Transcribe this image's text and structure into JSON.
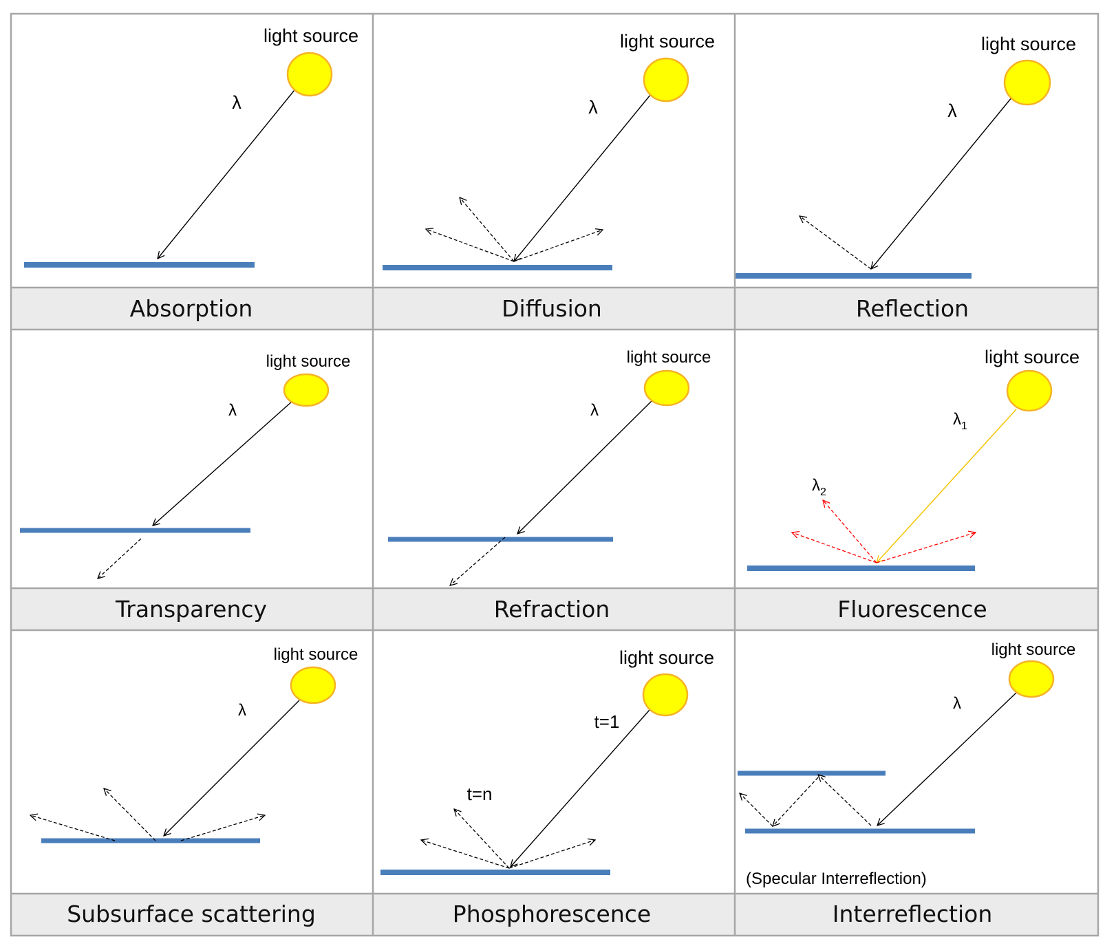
{
  "colors": {
    "surface": "#4a7ebb",
    "sun_fill": "#ffff00",
    "sun_stroke": "#f5b324",
    "ray": "#000000",
    "ray_yellow": "#f5c400",
    "ray_red": "#ff0000",
    "caption_bg": "#ebebeb",
    "border": "#a6a6a6"
  },
  "panels": [
    {
      "caption": "Absorption",
      "source_label": "light source",
      "ray_label": "λ"
    },
    {
      "caption": "Diffusion",
      "source_label": "light source",
      "ray_label": "λ"
    },
    {
      "caption": "Reflection",
      "source_label": "light source",
      "ray_label": "λ"
    },
    {
      "caption": "Transparency",
      "source_label": "light source",
      "ray_label": "λ"
    },
    {
      "caption": "Refraction",
      "source_label": "light source",
      "ray_label": "λ"
    },
    {
      "caption": "Fluorescence",
      "source_label": "light source",
      "ray_label": "λ",
      "ray_sub": "1",
      "emit_label": "λ",
      "emit_sub": "2"
    },
    {
      "caption": "Subsurface scattering",
      "source_label": "light source",
      "ray_label": "λ"
    },
    {
      "caption": "Phosphorescence",
      "source_label": "light source",
      "ray_label": "t=1",
      "emit_label": "t=n"
    },
    {
      "caption": "Interreflection",
      "source_label": "light source",
      "ray_label": "λ",
      "note": "(Specular Interreflection)"
    }
  ]
}
